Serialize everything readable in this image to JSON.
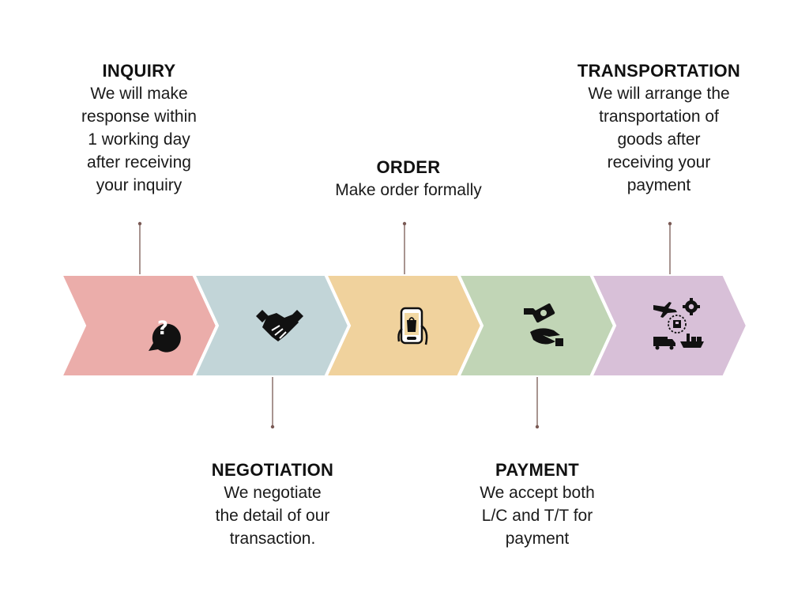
{
  "colors": {
    "inquiry": "#ebadaa",
    "negotiation": "#c2d5d8",
    "order": "#f0d29d",
    "payment": "#c1d5b6",
    "transportation": "#d8c0d8",
    "connector": "#7a5a55"
  },
  "steps": [
    {
      "id": "inquiry",
      "title": "INQUIRY",
      "desc_lines": [
        "We will make",
        "response within",
        "1 working day",
        "after receiving",
        "your inquiry"
      ],
      "icon": "question-bubble-icon",
      "label_position": "above"
    },
    {
      "id": "negotiation",
      "title": "NEGOTIATION",
      "desc_lines": [
        "We negotiate",
        "the detail of our",
        "transaction."
      ],
      "icon": "handshake-icon",
      "label_position": "below"
    },
    {
      "id": "order",
      "title": "ORDER",
      "desc_lines": [
        "Make order formally"
      ],
      "icon": "mobile-shopping-icon",
      "label_position": "above"
    },
    {
      "id": "payment",
      "title": "PAYMENT",
      "desc_lines": [
        "We accept both",
        "L/C and T/T for",
        "payment"
      ],
      "icon": "money-hand-icon",
      "label_position": "below"
    },
    {
      "id": "transportation",
      "title": "TRANSPORTATION",
      "desc_lines": [
        "We will arrange the",
        "transportation of",
        "goods after",
        "receiving your",
        "payment"
      ],
      "icon": "logistics-icon",
      "label_position": "above"
    }
  ]
}
